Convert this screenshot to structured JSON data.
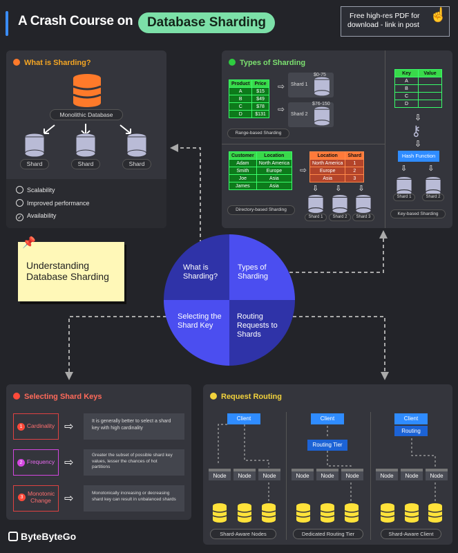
{
  "header": {
    "title_prefix": "A Crash Course on",
    "title_highlight": "Database Sharding",
    "pdf_line1": "Free high-res PDF for",
    "pdf_line2": "download - link in post"
  },
  "what_is": {
    "title": "What is Sharding?",
    "mono_label": "Monolithic Database",
    "shards": [
      "Shard",
      "Shard",
      "Shard"
    ],
    "benefits": [
      "Scalability",
      "Improved performance",
      "Availability"
    ]
  },
  "types": {
    "title": "Types of Sharding",
    "range": {
      "headers": [
        "Product",
        "Price"
      ],
      "rows": [
        [
          "A",
          "$15"
        ],
        [
          "B",
          "$49"
        ],
        [
          "C",
          "$78"
        ],
        [
          "D",
          "$131"
        ]
      ],
      "shard1": "Shard 1",
      "shard1_range": "$0-75",
      "shard2": "Shard 2",
      "shard2_range": "$76-150",
      "label": "Range-based Sharding"
    },
    "directory": {
      "headers": [
        "Customer",
        "Location"
      ],
      "rows": [
        [
          "Adam",
          "North America"
        ],
        [
          "Smith",
          "Europe"
        ],
        [
          "Joe",
          "Asia"
        ],
        [
          "James",
          "Asia"
        ]
      ],
      "map_headers": [
        "Location",
        "Shard"
      ],
      "map_rows": [
        [
          "North America",
          "1"
        ],
        [
          "Europe",
          "2"
        ],
        [
          "Asia",
          "3"
        ]
      ],
      "shards": [
        "Shard 1",
        "Shard 2",
        "Shard 3"
      ],
      "label": "Directory-based Sharding"
    },
    "key": {
      "headers": [
        "Key",
        "Value"
      ],
      "rows": [
        "A",
        "B",
        "C",
        "D"
      ],
      "hash_label": "Hash Function",
      "shards": [
        "Shard 1",
        "Shard 2"
      ],
      "label": "Key-based Sharding"
    }
  },
  "note": {
    "line1": "Understanding",
    "line2": "Database Sharding"
  },
  "circle": {
    "q1": "What is Sharding?",
    "q2": "Types of Sharding",
    "q3": "Selecting the Shard Key",
    "q4": "Routing Requests to Shards"
  },
  "keys": {
    "title": "Selecting Shard Keys",
    "items": [
      {
        "num": "1",
        "label": "Cardinality",
        "desc": "It is generally better to select a shard key with high cardinality"
      },
      {
        "num": "2",
        "label": "Frequency",
        "desc": "Greater the subset of possible shard key values, lesser the chances of hot partitions"
      },
      {
        "num": "3",
        "label": "Monotonic Change",
        "desc": "Monotonically increasing or decreasing shard key can result in unbalanced shards"
      }
    ]
  },
  "routing": {
    "title": "Request Routing",
    "client": "Client",
    "routing_tier": "Routing Tier",
    "routing": "Routing",
    "node": "Node",
    "labels": [
      "Shard-Aware Nodes",
      "Dedicated Routing Tier",
      "Shard-Aware Client"
    ]
  },
  "brand": "ByteByteGo",
  "colors": {
    "accent_green": "#7ce0a8",
    "panel": "#34353c",
    "blue": "#2f8cff",
    "circle_dark": "#2f33a8",
    "circle_light": "#4b4ef0"
  }
}
